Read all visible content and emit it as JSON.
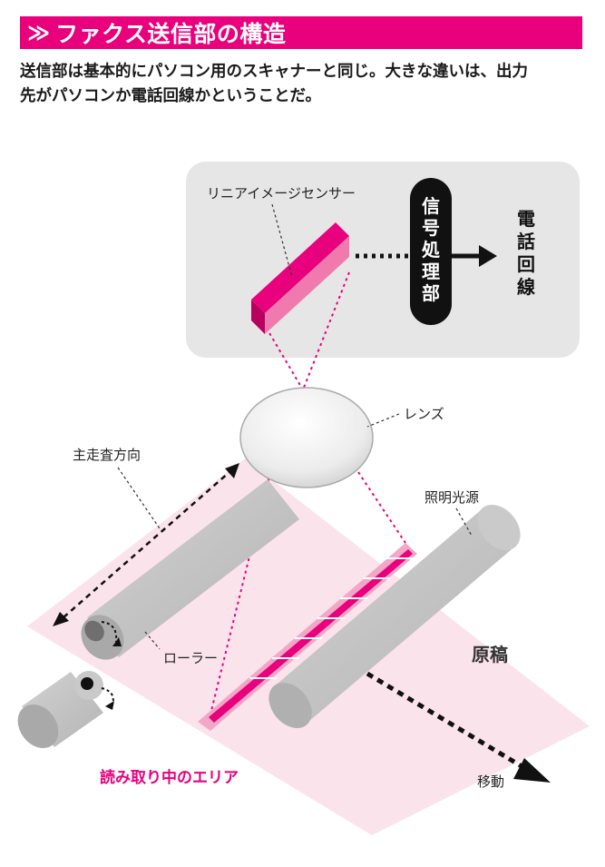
{
  "header": {
    "mark": "≫",
    "title": "ファクス送信部の構造"
  },
  "lead": {
    "line1": "送信部は基本的にパソコン用のスキャナーと同じ。大きな違いは、出力",
    "line2": "先がパソコンか電話回線かということだ。"
  },
  "labels": {
    "sensor": "リニアイメージセンサー",
    "processor": [
      "信",
      "号",
      "処",
      "理",
      "部"
    ],
    "phone_line": [
      "電",
      "話",
      "回",
      "線"
    ],
    "lens": "レンズ",
    "main_scan": "主走査方向",
    "light": "照明光源",
    "roller": "ローラー",
    "original": "原稿",
    "reading_area": "読み取り中のエリア",
    "move": "移動"
  },
  "colors": {
    "accent": "#e8007d",
    "paper": "#fbe3ec",
    "panel": "#e6e6e6",
    "cylinder": "#c4c4c4"
  }
}
